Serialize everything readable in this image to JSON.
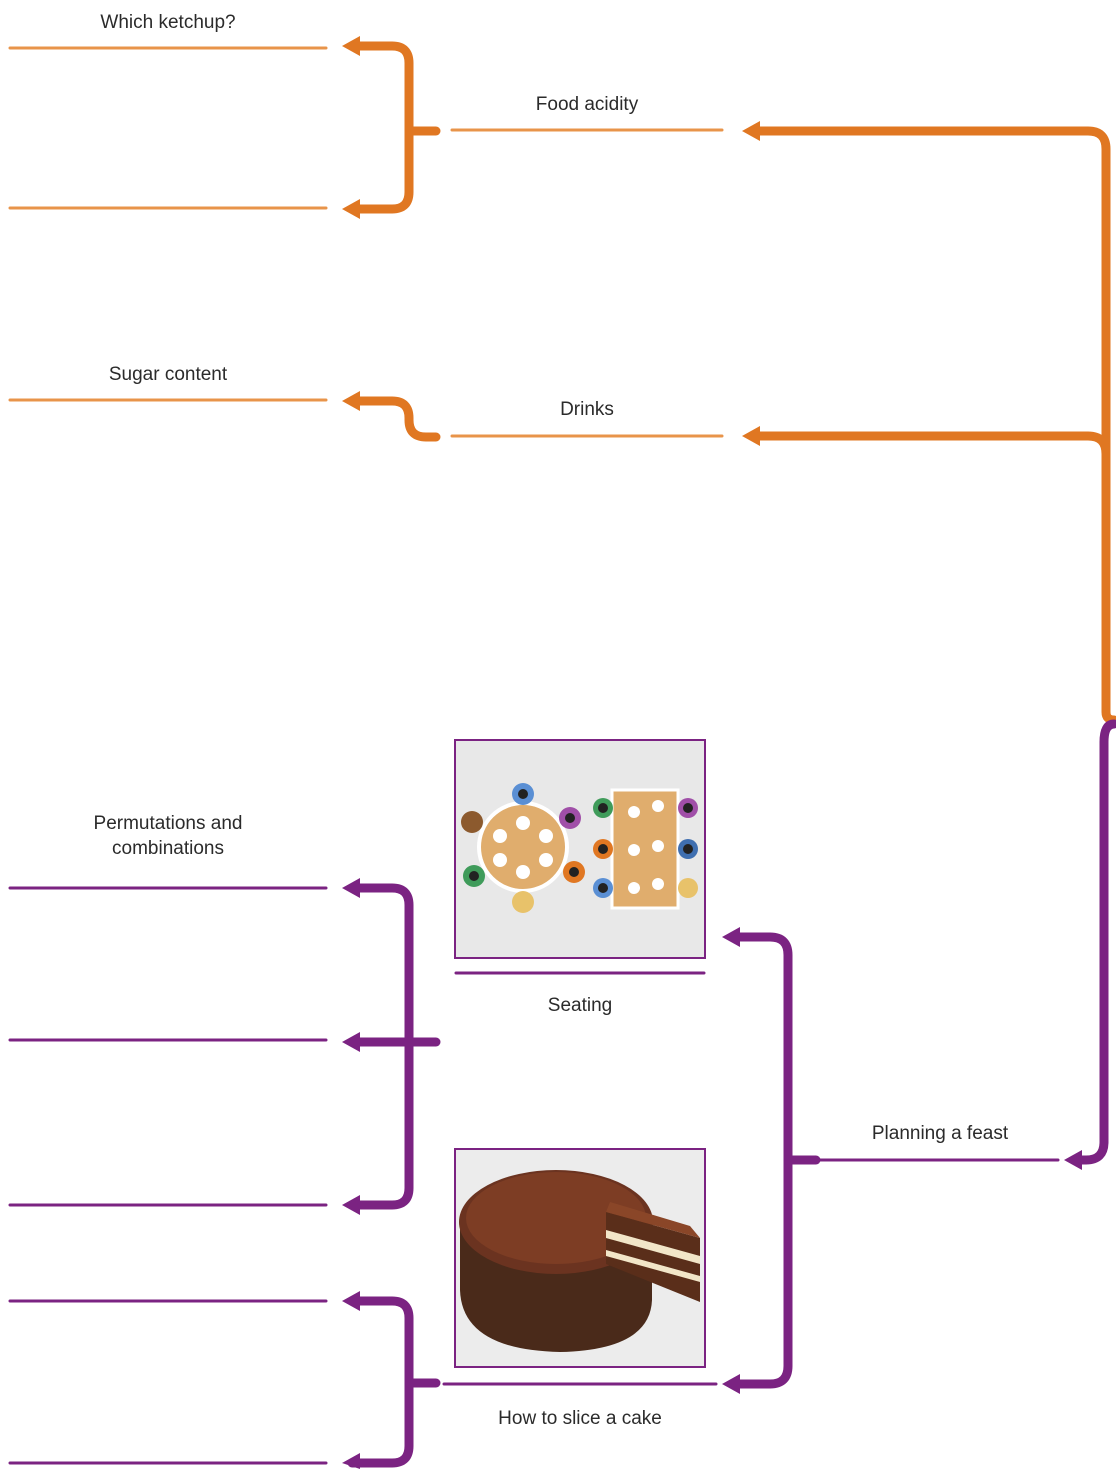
{
  "colors": {
    "orange": "#e07722",
    "orange_line": "#e8944a",
    "purple": "#7b2382"
  },
  "labels": {
    "which_ketchup": "Which ketchup?",
    "food_acidity": "Food acidity",
    "sugar_content": "Sugar content",
    "drinks": "Drinks",
    "permutations_line1": "Permutations and",
    "permutations_line2": "combinations",
    "seating": "Seating",
    "planning_a_feast": "Planning a feast",
    "how_to_slice_a_cake": "How to slice a cake"
  },
  "images": {
    "seating": "seating-plan-illustration",
    "cake": "chocolate-cake-photo"
  }
}
